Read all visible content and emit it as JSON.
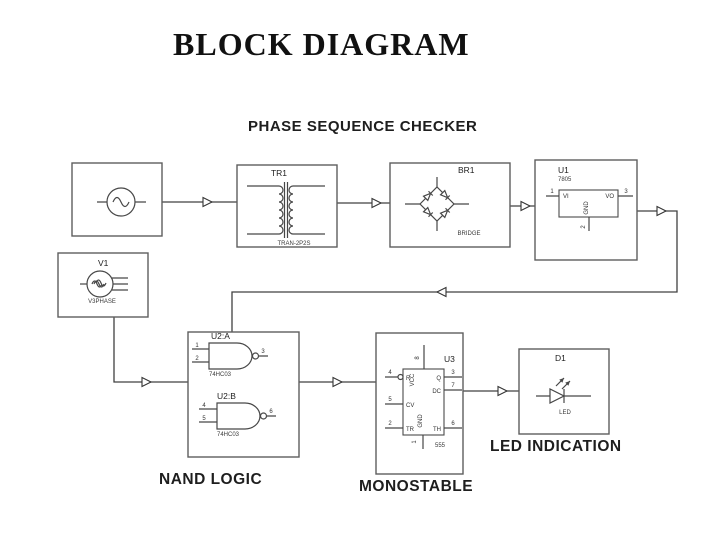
{
  "title": "BLOCK DIAGRAM",
  "subtitle": "PHASE SEQUENCE CHECKER",
  "section_labels": {
    "nand": "NAND LOGIC",
    "monostable": "MONOSTABLE",
    "led": "LED INDICATION"
  },
  "components": {
    "transformer": {
      "ref": "TR1",
      "part": "TRAN-2P2S"
    },
    "bridge": {
      "ref": "BR1",
      "part": "BRIDGE"
    },
    "regulator": {
      "ref": "U1",
      "part": "7805",
      "pins": {
        "vi": "VI",
        "vi_num": "1",
        "vo": "VO",
        "vo_num": "3",
        "gnd": "GND",
        "gnd_num": "2"
      }
    },
    "three_phase_source": {
      "ref": "V1",
      "part": "V3PHASE"
    },
    "nand_gate_a": {
      "ref": "U2:A",
      "part": "74HC03",
      "pins": {
        "in1": "1",
        "in2": "2",
        "out": "3"
      }
    },
    "nand_gate_b": {
      "ref": "U2:B",
      "part": "74HC03",
      "pins": {
        "in1": "4",
        "in2": "5",
        "out": "6"
      }
    },
    "timer": {
      "ref": "U3",
      "part": "555",
      "pins": {
        "r": "R",
        "r_num": "4",
        "cv": "CV",
        "cv_num": "5",
        "tr": "TR",
        "tr_num": "2",
        "q": "Q",
        "q_num": "3",
        "dc": "DC",
        "dc_num": "7",
        "th": "TH",
        "th_num": "6",
        "vcc": "VCC",
        "vcc_num": "8",
        "gnd": "GND",
        "gnd_num": "1"
      }
    },
    "led": {
      "ref": "D1",
      "part": "LED"
    }
  },
  "icons": {
    "ac_source": "ac-sine-source-symbol",
    "three_phase": "three-phase-source-symbol",
    "transformer": "transformer-symbol",
    "bridge": "diode-bridge-symbol",
    "nand": "nand-gate-symbol",
    "led": "led-symbol"
  },
  "colors": {
    "background": "#ffffff",
    "block_border": "#5e5e5e",
    "wire": "#404040",
    "text": "#1e1e1e"
  }
}
